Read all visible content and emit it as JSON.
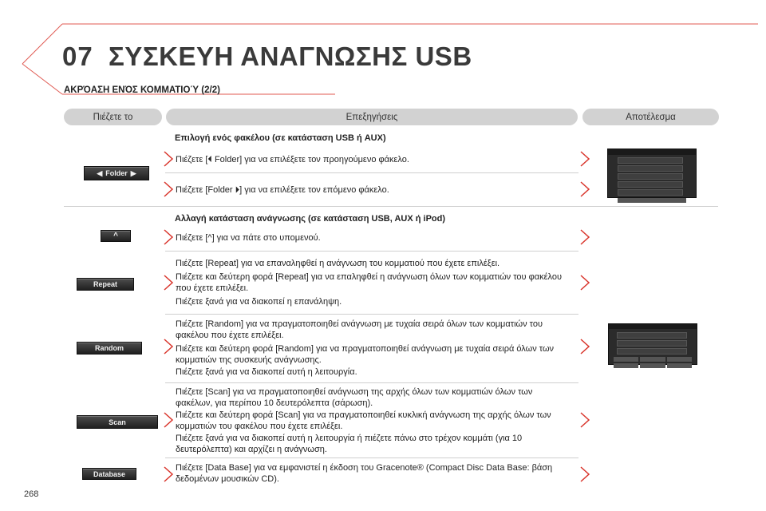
{
  "header": {
    "chapter_number": "07",
    "chapter_title": "ΣΥΣΚΕΥΗ ΑΝΑΓΝΩΣΗΣ USB",
    "section_title": "ΑΚΡΌΑΣΗ ΕΝΌΣ ΚΟΜΜΑΤΙΟΎ (2/2)"
  },
  "columns": {
    "press": "Πιέζετε το",
    "explanations": "Επεξηγήσεις",
    "result": "Αποτέλεσμα"
  },
  "group1": {
    "title": "Επιλογή ενός φακέλου (σε κατάσταση USB ή AUX)",
    "button_label": "Folder",
    "line1": "Πιέζετε [⏴ Folder] για να επιλέξετε τον προηγούμενο φάκελο.",
    "line2": "Πιέζετε [Folder ⏵] για να επιλέξετε τον επόμενο φάκελο."
  },
  "group2": {
    "title": "Αλλαγή κατάσταση ανάγνωσης (σε κατάσταση USB, AUX ή iPod)",
    "up_button_label": "^",
    "up_line": "Πιέζετε [^] για να πάτε στο υπομενού.",
    "repeat_button_label": "Repeat",
    "repeat_line1": "Πιέζετε [Repeat] για να επαναληφθεί η ανάγνωση του κομματιού που έχετε επιλέξει.",
    "repeat_line2": "Πιέζετε και δεύτερη φορά [Repeat] για να επαληφθεί η ανάγνωση όλων των κομματιών του φακέλου που έχετε επιλέξει.",
    "repeat_line3": "Πιέζετε ξανά για να διακοπεί η επανάληψη.",
    "random_button_label": "Random",
    "random_line1": "Πιέζετε [Random] για να πραγματοποιηθεί ανάγνωση με τυχαία σειρά όλων των κομματιών του φακέλου που έχετε επιλέξει.",
    "random_line2": "Πιέζετε και δεύτερη φορά [Random] για να πραγματοποιηθεί ανάγνωση με τυχαία σειρά όλων των κομματιών της συσκευής ανάγνωσης.",
    "random_line3": "Πιέζετε ξανά για να διακοπεί αυτή η λειτουργία.",
    "scan_button_label": "Scan",
    "scan_line1": "Πιέζετε [Scan] για να πραγματοποιηθεί ανάγνωση της αρχής όλων των κομματιών όλων των φακέλων, για περίπου 10 δευτερόλεπτα (σάρωση).",
    "scan_line2": "Πιέζετε και δεύτερη φορά [Scan] για να πραγματοποιηθεί κυκλική ανάγνωση της αρχής όλων των κομματιών του φακέλου που έχετε επιλέξει.",
    "scan_line3": "Πιέζετε ξανά για να διακοπεί αυτή η λειτουργία ή πιέζετε πάνω στο τρέχον κομμάτι (για 10 δευτερόλεπτα) και αρχίζει η ανάγνωση.",
    "database_button_label": "Database",
    "database_line": "Πιέζετε [Data Base] για να εμφανιστεί η έκδοση του Gracenote® (Compact Disc Data Base: βάση δεδομένων μουσικών CD)."
  },
  "page_number": "268",
  "colors": {
    "accent_red": "#d9342b",
    "header_gray": "#d2d2d2"
  }
}
